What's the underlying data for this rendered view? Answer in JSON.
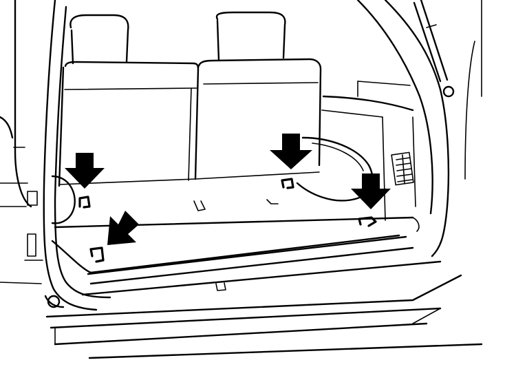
{
  "figure": {
    "subject": "cargo-area-tie-down-hooks",
    "line_color": "#000000",
    "background": "#ffffff",
    "callout_count": 4,
    "hook_count": 4
  }
}
